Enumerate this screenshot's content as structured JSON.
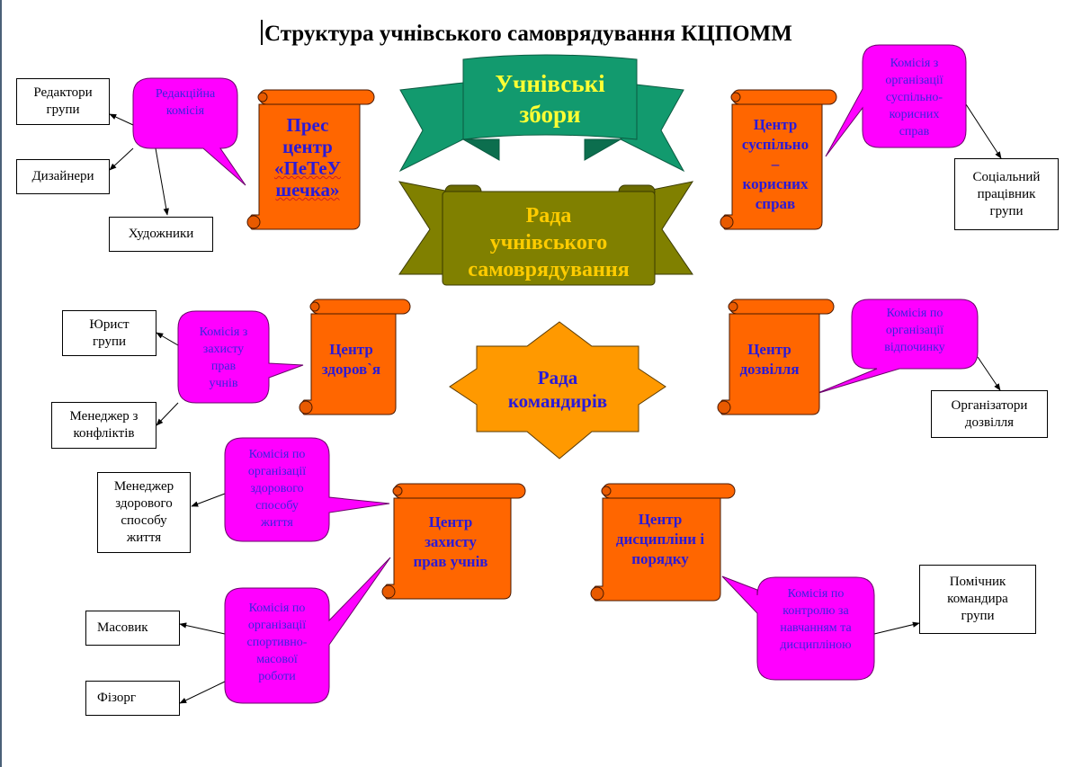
{
  "title": "Структура учнівського самоврядування КЦПОММ",
  "colors": {
    "scroll_fill": "#ff6600",
    "bubble_fill": "#ff00ff",
    "bubble_text": "#3a22e0",
    "banner_green": "#129a6e",
    "banner_olive": "#808000",
    "star_fill": "#ff9900",
    "center_text": "#2a1ad8"
  },
  "banners": {
    "student_assembly": [
      "Учнівські",
      "збори"
    ],
    "council": [
      "Рада",
      "учнівського",
      "самоврядування"
    ]
  },
  "star": {
    "label": [
      "Рада",
      "командирів"
    ]
  },
  "centers": {
    "press": [
      "Прес",
      "центр",
      "«ПеТеУ",
      "шечка»"
    ],
    "social": [
      "Центр",
      "суспільно",
      "–",
      "корисних",
      "справ"
    ],
    "health": [
      "Центр",
      "здоров`я"
    ],
    "leisure": [
      "Центр",
      "дозвілля"
    ],
    "rights": [
      "Центр",
      "захисту",
      "прав учнів"
    ],
    "discipline": [
      "Центр",
      "дисципліни і",
      "порядку"
    ]
  },
  "commissions": {
    "editorial": [
      "Редакційна",
      "комісія"
    ],
    "social": [
      "Комісія з",
      "організації",
      "суспільно-",
      "корисних",
      "справ"
    ],
    "rights": [
      "Комісія з",
      "захисту",
      "прав",
      "учнів"
    ],
    "rest": [
      "Комісія по",
      "організації",
      "відпочинку"
    ],
    "healthy": [
      "Комісія по",
      "організації",
      "здорового",
      "способу",
      "життя"
    ],
    "sport": [
      "Комісія по",
      "організації",
      "спортивно-",
      "масової",
      "роботи"
    ],
    "control": [
      "Комісія по",
      "контролю за",
      "навчанням та",
      "дисципліною"
    ]
  },
  "roles": {
    "editors": [
      "Редактори",
      "групи"
    ],
    "designers": [
      "Дизайнери"
    ],
    "artists": [
      "Художники"
    ],
    "social_worker": [
      "Соціальний",
      "працівник",
      "групи"
    ],
    "lawyer": [
      "Юрист",
      "групи"
    ],
    "conflict_manager": [
      "Менеджер з",
      "конфліктів"
    ],
    "leisure_organizers": [
      "Організатори",
      "дозвілля"
    ],
    "health_manager": [
      "Менеджер",
      "здорового",
      "способу",
      "життя"
    ],
    "mass_organizer": [
      "Масовик"
    ],
    "fizorg": [
      "Фізорг"
    ],
    "commander_assistant": [
      "Помічник",
      "командира",
      "групи"
    ]
  }
}
